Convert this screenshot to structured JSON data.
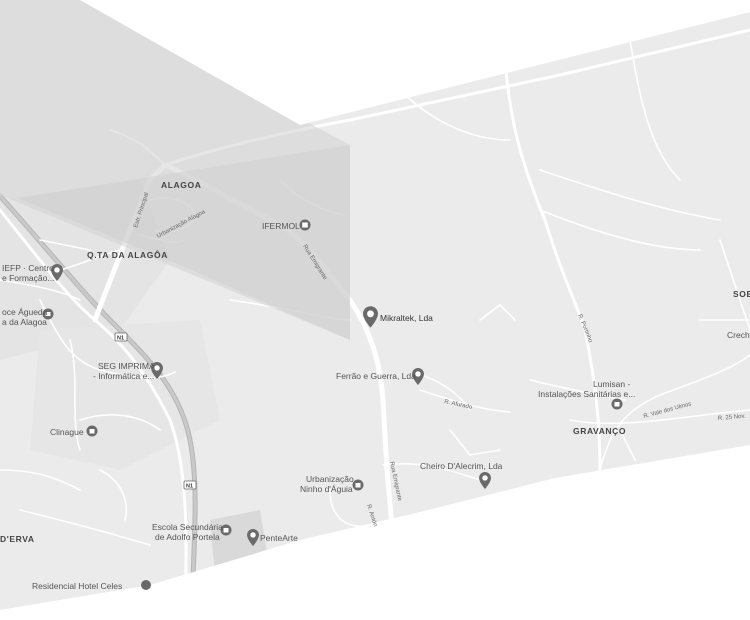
{
  "map": {
    "background_color": "#ebebeb",
    "road_color": "#ffffff",
    "pin_color": "#666666",
    "marker_color": "#333333",
    "shade_color": "#cfcfcf"
  },
  "places": {
    "alagoa": "ALAGOA",
    "qta_da_alagoa": "Q.TA DA ALAGÔA",
    "gravanco": "GRAVANÇO",
    "sob_partial": "SOB",
    "erva_partial": "D'ERVA"
  },
  "roads": {
    "estr_principal": "Estr. Principal",
    "urbanizacao_alagoa": "Urbanização Alagoa",
    "rua_emigrante_north": "Rua Emigrante",
    "rua_emigrante_south": "Rua Emigrante",
    "r_afurado": "R. Afurado",
    "r_portinho": "R. Portinho",
    "r_vale_dos_ulmos": "R. Vale dos Ulmos",
    "r_25_nov": "R. 25 Nov.",
    "r_antonio": "R. Antón",
    "n1_shield_1": "N1",
    "n1_shield_2": "N1"
  },
  "pois": {
    "ifermol": "IFERMOL",
    "iefp_line1": "IEFP · Centro",
    "iefp_line2": "e Formação...",
    "doce_line1": "oce Águeda",
    "doce_line2": "a da Alagoa",
    "seg_line1": "SEG IMPRIMA",
    "seg_line2": "- Informática e...",
    "clinague": "Clinague",
    "mikraltek": "Mikraltek, Lda",
    "ferrao": "Ferrão e Guerra, Lda",
    "lumisan_line1": "Lumisan -",
    "lumisan_line2": "Instalações Sanitárias e...",
    "crecher_partial": "Creche",
    "cheiro": "Cheiro D'Alecrim, Lda",
    "urb_line1": "Urbanização",
    "urb_line2": "Ninho d'Águia",
    "escola_line1": "Escola Secundária",
    "escola_line2": "de Adolfo Portela",
    "pentearte": "PenteArte",
    "residencial": "Residencial Hotel Celes"
  }
}
